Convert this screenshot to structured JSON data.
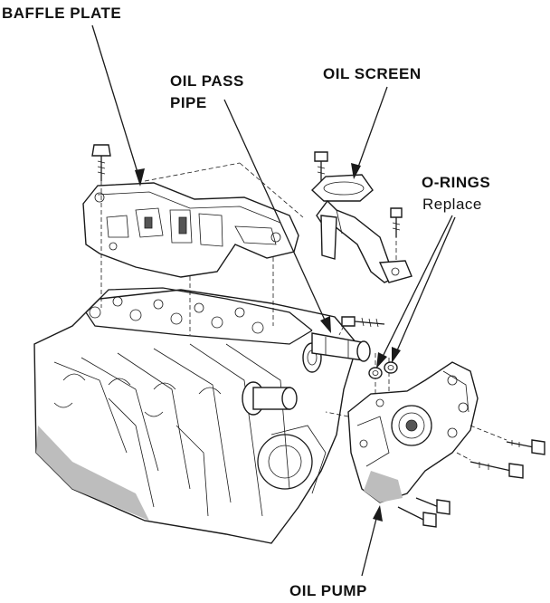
{
  "labels": {
    "baffle_plate": "BAFFLE PLATE",
    "oil_pass_pipe_line1": "OIL PASS",
    "oil_pass_pipe_line2": "PIPE",
    "oil_screen": "OIL SCREEN",
    "o_rings": "O-RINGS",
    "o_rings_note": "Replace",
    "oil_pump": "OIL PUMP"
  }
}
